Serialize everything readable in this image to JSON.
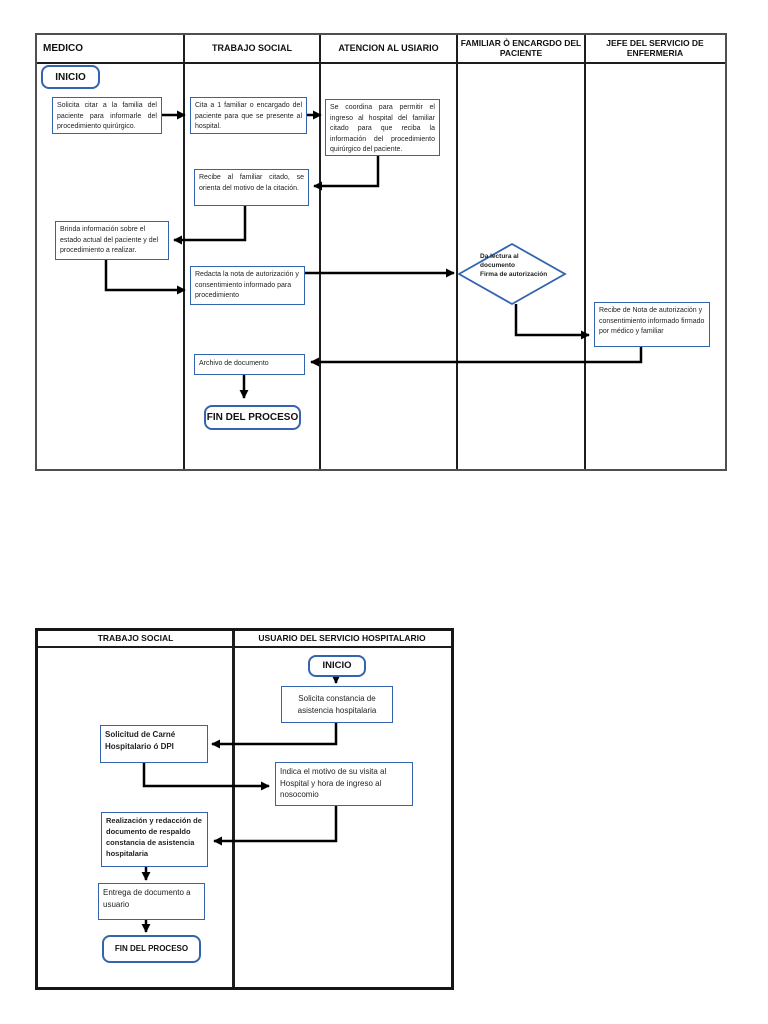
{
  "colors": {
    "box_border_blue": "#3464ad",
    "grid_border_dark": "#1d1d1d",
    "outer_border_gray": "#4f4f4f",
    "arrow_black": "#000000"
  },
  "chart1": {
    "headers": [
      "MEDICO",
      "TRABAJO SOCIAL",
      "ATENCION AL USIARIO",
      "FAMILIAR Ò ENCARGDO DEL PACIENTE",
      "JEFE DEL SERVICIO DE ENFERMERIA"
    ],
    "nodes": {
      "inicio": "INICIO",
      "solicita_citar": "Solicita citar a la familia del paciente para informarle del procedimiento quirúrgico.",
      "cita_familiar": "Cita a 1 familiar o encargado del paciente para que se presente al hospital.",
      "se_coordina": "Se coordina para permitir el ingreso al hospital del familiar citado para que reciba la información del procedimiento quirúrgico del paciente.",
      "recibe_familiar": "Recibe al familiar citado, se orienta del motivo de la citación.",
      "brinda_informacion": "Brinda información sobre el estado actual del paciente y del procedimiento a realizar.",
      "redacta_nota": "Redacta la nota de autorización y consentimiento informado para procedimiento",
      "da_lectura": "Da lectura al\ndocumento\nFirma de autorización",
      "recibe_nota": "Recibe de Nota de autorización y consentimiento informado firmado por médico y familiar",
      "archivo": "Archivo de documento",
      "fin": "FIN DEL PROCESO"
    }
  },
  "chart2": {
    "headers": [
      "TRABAJO SOCIAL",
      "USUARIO DEL SERVICIO HOSPITALARIO"
    ],
    "nodes": {
      "inicio": "INICIO",
      "solicita_constancia": "Solicita constancia de asistencia hospitalaria",
      "solicitud_carne": "Solicitud de Carné Hospitalario ó DPI",
      "indica_motivo": "Indica el motivo de su visita al Hospital y hora de ingreso al nosocomio",
      "realizacion": "Realización y redacción de documento de respaldo constancia de asistencia hospitalaria",
      "entrega": "Entrega de documento a usuario",
      "fin": "FIN DEL PROCESO"
    }
  }
}
